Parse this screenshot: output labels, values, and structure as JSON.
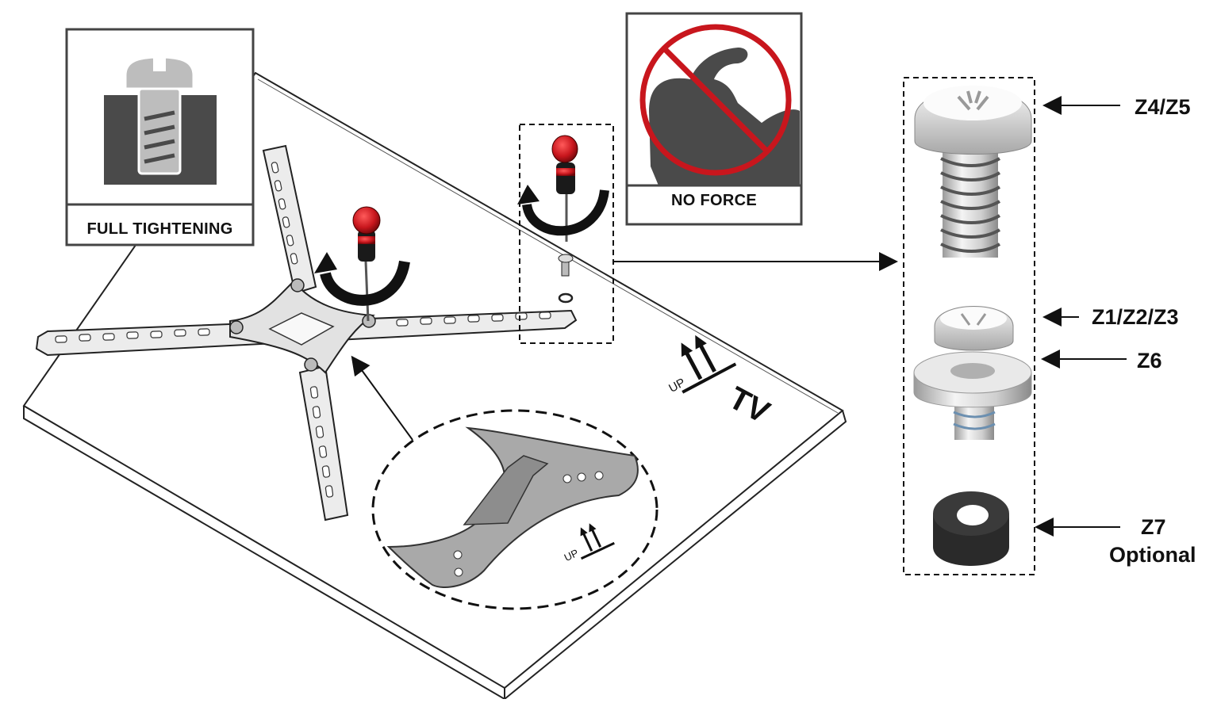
{
  "icons": {
    "full_tightening": {
      "caption": "FULL TIGHTENING"
    },
    "no_force": {
      "caption": "NO FORCE"
    }
  },
  "tv_panel": {
    "label": "TV",
    "up_mark": "UP"
  },
  "zoom_detail": {
    "up_mark": "UP"
  },
  "parts": [
    {
      "label": "Z4/Z5"
    },
    {
      "label": "Z1/Z2/Z3"
    },
    {
      "label": "Z6"
    },
    {
      "label": "Z7"
    },
    {
      "label": "Optional"
    }
  ],
  "colors": {
    "screwdriver_red": "#c8161d",
    "no_sign_red": "#c8161d",
    "icon_gray": "#4a4a4a",
    "metal_light": "#d8d8d8",
    "spacer_black": "#2a2a2a"
  }
}
